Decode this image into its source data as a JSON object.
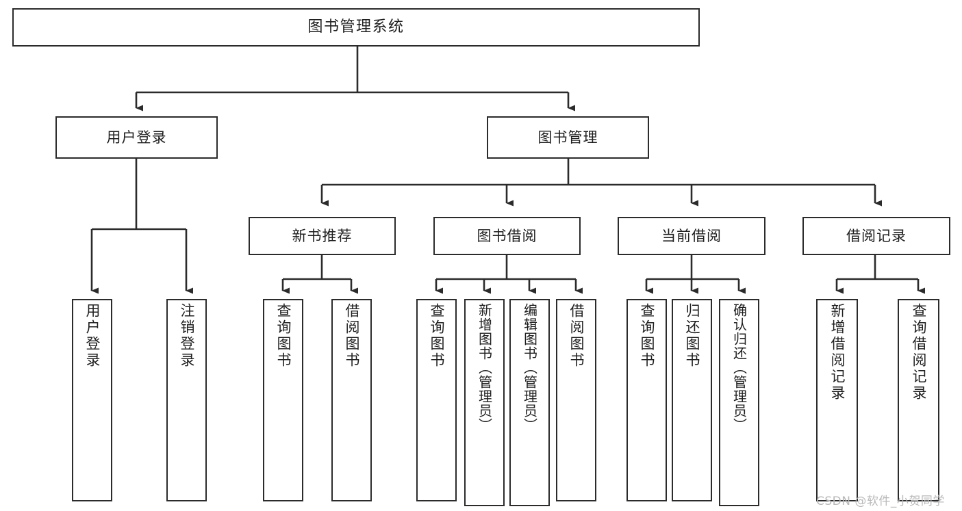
{
  "diagram": {
    "title": "图书管理系统",
    "type": "功能结构图",
    "root": {
      "label": "图书管理系统"
    },
    "level2": [
      {
        "label": "用户登录"
      },
      {
        "label": "图书管理"
      }
    ],
    "level3": [
      {
        "label": "新书推荐"
      },
      {
        "label": "图书借阅"
      },
      {
        "label": "当前借阅"
      },
      {
        "label": "借阅记录"
      }
    ],
    "leaves": {
      "user_login": [
        {
          "label": "用户登录"
        },
        {
          "label": "注销登录"
        }
      ],
      "new_book_recommend": [
        {
          "label": "查询图书"
        },
        {
          "label": "借阅图书"
        }
      ],
      "book_borrow": [
        {
          "label": "查询图书"
        },
        {
          "label": "新增图书（管理员）"
        },
        {
          "label": "编辑图书（管理员）"
        },
        {
          "label": "借阅图书"
        }
      ],
      "current_borrow": [
        {
          "label": "查询图书"
        },
        {
          "label": "归还图书"
        },
        {
          "label": "确认归还（管理员）"
        }
      ],
      "borrow_record": [
        {
          "label": "新增借阅记录"
        },
        {
          "label": "查询借阅记录"
        }
      ]
    }
  },
  "watermark": {
    "text": "CSDN @软件_小贺同学"
  },
  "colors": {
    "stroke": "#2b2b2b",
    "background": "#ffffff",
    "text": "#1f1f1f",
    "watermark": "#b9b9b9"
  }
}
